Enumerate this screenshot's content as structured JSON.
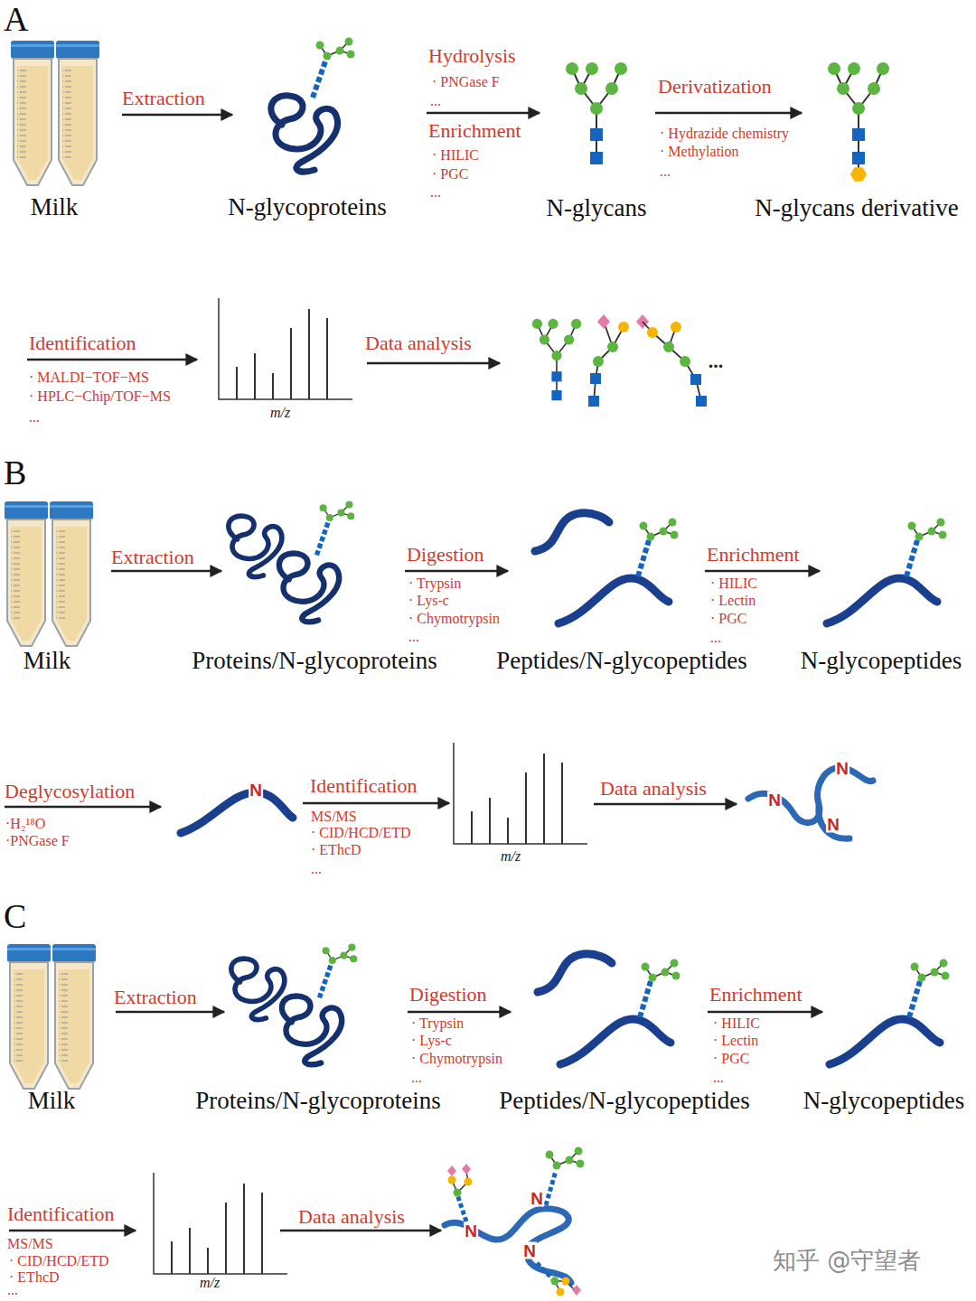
{
  "diagram": {
    "nodes": [
      {
        "text": [
          "Milk"
        ]
      },
      {
        "text": [
          "N-glycoproteins"
        ]
      },
      {
        "text": [
          "N-glycans"
        ]
      },
      {
        "text": [
          "N-glycans derivative"
        ]
      },
      {
        "text": [
          "m/z"
        ]
      },
      {
        "text": [
          "..."
        ]
      },
      {
        "text": [
          "Milk"
        ]
      },
      {
        "text": [
          "Proteins/N-glycoproteins"
        ]
      },
      {
        "text": [
          "Peptides/N-glycopeptides"
        ]
      },
      {
        "text": [
          "N-glycopeptides"
        ]
      },
      {
        "text": [
          "N"
        ]
      },
      {
        "text": [
          "m/z"
        ]
      },
      {
        "text": [
          "N",
          "N",
          "N"
        ]
      },
      {
        "text": [
          "Milk"
        ]
      },
      {
        "text": [
          "Proteins/N-glycoproteins"
        ]
      },
      {
        "text": [
          "Peptides/N-glycopeptides"
        ]
      },
      {
        "text": [
          "N-glycopeptides"
        ]
      },
      {
        "text": [
          "m/z"
        ]
      },
      {
        "text": [
          "N",
          "N",
          "N"
        ]
      }
    ],
    "edges": [
      {
        "from": 0,
        "to": 1,
        "arrow": "to",
        "label": "Extraction"
      },
      {
        "from": 1,
        "to": 2,
        "arrow": "to",
        "label": "Hydrolysis"
      },
      {
        "from": 2,
        "to": 3,
        "arrow": "to",
        "label": "Derivatization"
      },
      {
        "from": 4,
        "to": 5,
        "arrow": "to",
        "label": "Data analysis"
      },
      {
        "from": 6,
        "to": 7,
        "arrow": "to",
        "label": "Extraction"
      },
      {
        "from": 7,
        "to": 8,
        "arrow": "to",
        "label": "Digestion"
      },
      {
        "from": 8,
        "to": 9,
        "arrow": "to",
        "label": "Enrichment"
      },
      {
        "from": 10,
        "to": 11,
        "arrow": "to",
        "label": "Identification"
      },
      {
        "from": 11,
        "to": 12,
        "arrow": "to",
        "label": "Data analysis"
      },
      {
        "from": 13,
        "to": 14,
        "arrow": "to",
        "label": "Extraction"
      },
      {
        "from": 14,
        "to": 15,
        "arrow": "to",
        "label": "Digestion"
      },
      {
        "from": 15,
        "to": 16,
        "arrow": "to",
        "label": "Enrichment"
      },
      {
        "from": 17,
        "to": 18,
        "arrow": "to",
        "label": "Data analysis"
      }
    ],
    "labels": [
      "A",
      "· PNGase F",
      "...",
      "Enrichment",
      "· HILIC",
      "· PGC",
      "...",
      "· Hydrazide chemistry",
      "· Methylation",
      "...",
      "Identification",
      "· MALDI−TOF−MS",
      "· HPLC−Chip/TOF−MS",
      "...",
      "B",
      "· Trypsin",
      "· Lys-c",
      "· Chymotrypsin",
      "...",
      "· HILIC",
      "· Lectin",
      "· PGC",
      "...",
      "Deglycosylation",
      "·H₂¹⁸O",
      "·PNGase F",
      "MS/MS",
      "· CID/HCD/ETD",
      "· EThcD",
      "...",
      "C",
      "· Trypsin",
      "· Lys-c",
      "· Chymotrypsin",
      "...",
      "· HILIC",
      "· Lectin",
      "· PGC",
      "...",
      "Identification",
      "MS/MS",
      "· CID/HCD/ETD",
      "· EThcD",
      "...",
      "知乎 @守望者"
    ]
  }
}
